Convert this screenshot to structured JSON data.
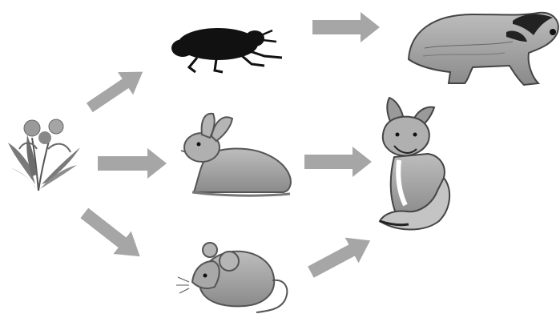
{
  "diagram": {
    "type": "food-web",
    "organisms": [
      {
        "id": "dandelion",
        "icon": "dandelion-icon"
      },
      {
        "id": "beetle",
        "icon": "beetle-icon"
      },
      {
        "id": "rabbit",
        "icon": "rabbit-icon"
      },
      {
        "id": "mouse",
        "icon": "mouse-icon"
      },
      {
        "id": "badger",
        "icon": "badger-icon"
      },
      {
        "id": "fox",
        "icon": "fox-icon"
      }
    ],
    "links": [
      {
        "from": "dandelion",
        "to": "beetle"
      },
      {
        "from": "dandelion",
        "to": "rabbit"
      },
      {
        "from": "dandelion",
        "to": "mouse"
      },
      {
        "from": "beetle",
        "to": "badger"
      },
      {
        "from": "rabbit",
        "to": "fox"
      },
      {
        "from": "mouse",
        "to": "fox"
      }
    ],
    "colors": {
      "arrow": "#a6a6a6",
      "background": "#ffffff"
    }
  }
}
